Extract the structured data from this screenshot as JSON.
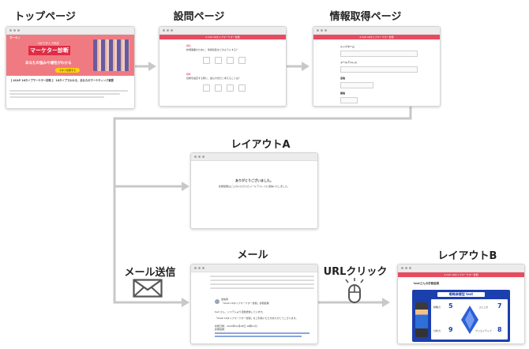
{
  "labels": {
    "top": "トップページ",
    "question": "設問ページ",
    "info": "情報取得ページ",
    "layout_a": "レイアウトA",
    "mail": "メール",
    "layout_b": "レイアウトB",
    "mail_send": "メール送信",
    "url_click": "URLクリック"
  },
  "top_page": {
    "logo": "マーケノ",
    "badge": "5分でタイプ判定",
    "title": "マーケター診断",
    "subtitle": "あなたの強みや適性がわかる",
    "cta": "今すぐ診断する",
    "headline": "【 4CAP 16タイプマーケター診断 】 16タイプでわかる、あなたのマーケティング資質"
  },
  "question_page": {
    "header": "4 CAP 16タイプマーケター診断",
    "q1_num": "Q1",
    "q1_text": "新規事業のために、情報収集をどのようにする？",
    "q2_num": "Q2",
    "q2_text": "目標を設定する際に、最も大切だと考えることは？"
  },
  "info_page": {
    "header": "4 CAP 16タイプマーケター診断",
    "field1": "ニックネーム",
    "field2": "メールアドレス",
    "field3": "業種",
    "field4": "職種"
  },
  "layout_a": {
    "title": "ありがとうございました。",
    "text": "診断結果はご入力いただいたメールアドレスに送信いたしました。"
  },
  "mail": {
    "sender": "送信者",
    "subject": "「4CAP 16タイプマーケター診断」診断結果",
    "body1": "test さん、システムより自動送信しています。",
    "body2": "「4CAP 16タイプマーケター診断」をご利用いただきありがとうございます。",
    "body3": "診断日時：2024年01月08日 18時12分",
    "body4": "診断結果："
  },
  "layout_b": {
    "header": "4 CAP 16タイプマーケター診断",
    "intro": "testさんの診断結果",
    "result_title": "戦略参謀型 test",
    "scores": [
      {
        "label": "戦略力",
        "value": "5"
      },
      {
        "label": "コミュ力",
        "value": "7"
      },
      {
        "label": "分析力",
        "value": "9"
      },
      {
        "label": "クリエイティブ",
        "value": "8"
      }
    ]
  },
  "colors": {
    "accent": "#e84a5f",
    "arrow": "#c8c8c8",
    "result_blue": "#1c3fae"
  }
}
